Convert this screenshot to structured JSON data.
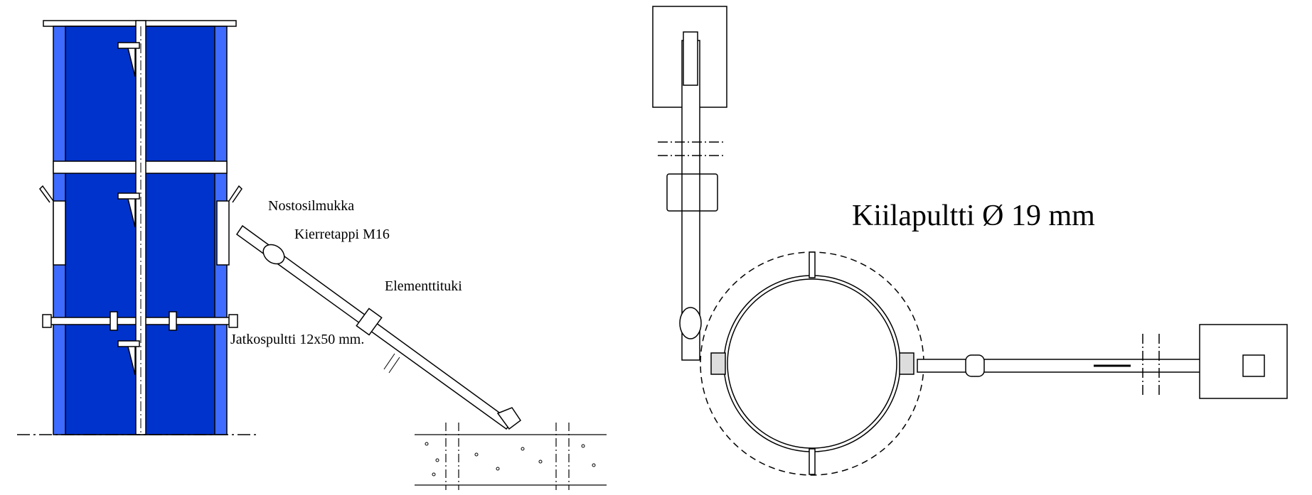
{
  "labels": {
    "lifting_loop": "Nostosilmukka",
    "threaded_pin": "Kierretappi M16",
    "element_support": "Elementtituki",
    "extension_bolt": "Jatkospultti 12x50 mm.",
    "wedge_bolt": "Kiilapultti Ø 19 mm"
  },
  "colors": {
    "panel": "#0033cc",
    "panel_edge": "#3f6bff",
    "line": "#000000"
  }
}
